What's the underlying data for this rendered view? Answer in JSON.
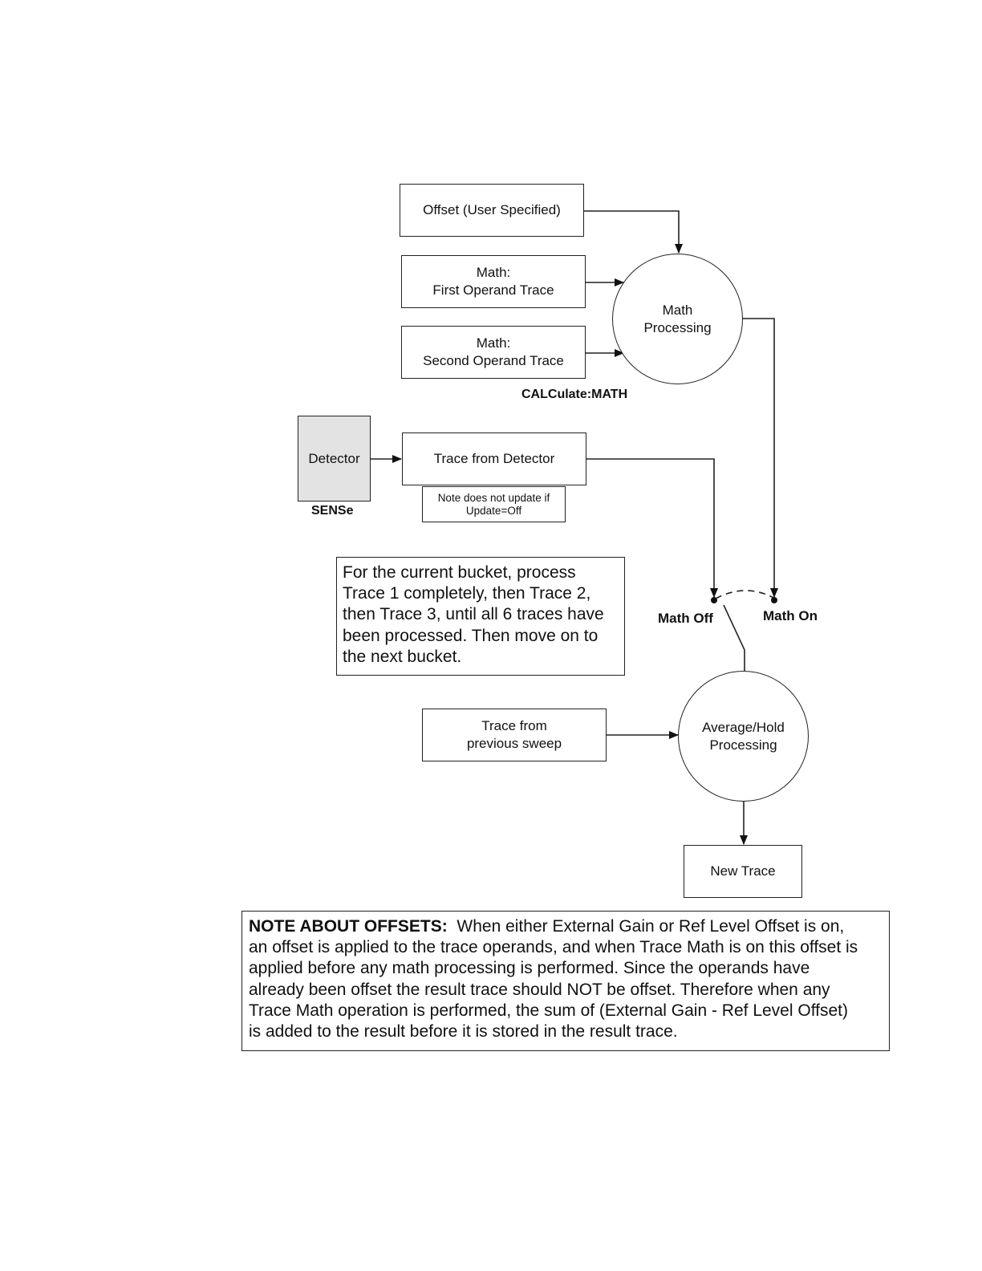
{
  "diagram": {
    "offset_box": "Offset (User Specified)",
    "first_operand": [
      "Math:",
      "First Operand Trace"
    ],
    "second_operand": [
      "Math:",
      "Second Operand Trace"
    ],
    "math_processing": [
      "Math",
      "Processing"
    ],
    "calculate_label": "CALCulate:MATH",
    "detector": "Detector",
    "sense_label": "SENSe",
    "trace_from_detector": "Trace from Detector",
    "update_note": [
      "Note does not update if",
      "Update=Off"
    ],
    "bucket_note": [
      "For the current bucket, process",
      "Trace 1 completely, then Trace 2,",
      "then Trace 3, until all 6 traces have",
      "been processed.  Then move on to",
      "the next bucket."
    ],
    "math_off": "Math Off",
    "math_on": "Math On",
    "previous_sweep": [
      "Trace from",
      "previous sweep"
    ],
    "average_hold": [
      "Average/Hold",
      "Processing"
    ],
    "new_trace": "New Trace"
  },
  "offsets_note": {
    "heading": "NOTE ABOUT OFFSETS:",
    "lines": [
      "  When either External Gain or Ref Level Offset is on,",
      "an offset is applied to the trace operands, and when Trace Math is on this offset is",
      "applied before any math processing is performed. Since the operands have",
      "already been offset the result trace should NOT be offset.  Therefore when any",
      "Trace Math operation is performed, the sum of (External Gain - Ref Level Offset)",
      "is added to the result before it is stored in the result trace."
    ]
  }
}
